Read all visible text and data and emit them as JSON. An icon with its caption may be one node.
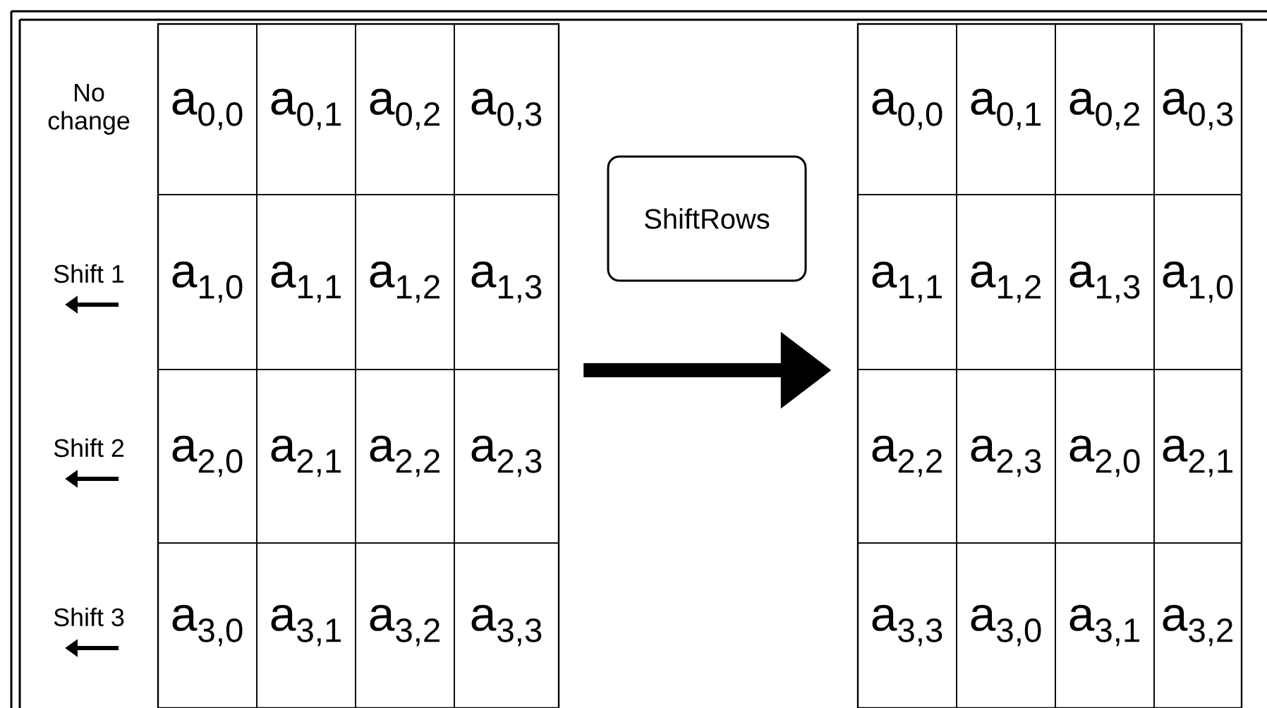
{
  "diagram": {
    "nodes": [
      {
        "text": [],
        "shape": "box"
      },
      {
        "text": [
          "a$_{0,0}$"
        ],
        "in": 0
      },
      {
        "text": [
          "a$_{0,1}$"
        ],
        "in": 0
      },
      {
        "text": [
          "a$_{0,2}$"
        ],
        "in": 0
      },
      {
        "text": [
          "a$_{0,3}$"
        ],
        "in": 0
      },
      {
        "text": [
          "a$_{1,0}$"
        ],
        "in": 0
      },
      {
        "text": [
          "a$_{1,1}$"
        ],
        "in": 0
      },
      {
        "text": [
          "a$_{1,2}$"
        ],
        "in": 0
      },
      {
        "text": [
          "a$_{1,3}$"
        ],
        "in": 0
      },
      {
        "text": [
          "a$_{2,0}$"
        ],
        "in": 0
      },
      {
        "text": [
          "a$_{2,1}$"
        ],
        "in": 0
      },
      {
        "text": [
          "a$_{2,2}$"
        ],
        "in": 0
      },
      {
        "text": [
          "a$_{2,3}$"
        ],
        "in": 0
      },
      {
        "text": [
          "a$_{3,0}$"
        ],
        "in": 0
      },
      {
        "text": [
          "a$_{3,1}$"
        ],
        "in": 0
      },
      {
        "text": [
          "a$_{3,2}$"
        ],
        "in": 0
      },
      {
        "text": [
          "a$_{3,3}$"
        ],
        "in": 0
      },
      {
        "text": [
          "ShiftRows"
        ]
      },
      {
        "text": [],
        "shape": "box"
      },
      {
        "text": [
          "a$_{0,0}$"
        ],
        "in": 18
      },
      {
        "text": [
          "a$_{0,1}$"
        ],
        "in": 18
      },
      {
        "text": [
          "a$_{0,2}$"
        ],
        "in": 18
      },
      {
        "text": [
          "a$_{0,3}$"
        ],
        "in": 18
      },
      {
        "text": [
          "a$_{1,1}$"
        ],
        "in": 18
      },
      {
        "text": [
          "a$_{1,2}$"
        ],
        "in": 18
      },
      {
        "text": [
          "a$_{1,3}$"
        ],
        "in": 18
      },
      {
        "text": [
          "a$_{1,0}$"
        ],
        "in": 18
      },
      {
        "text": [
          "a$_{2,2}$"
        ],
        "in": 18
      },
      {
        "text": [
          "a$_{2,3}$"
        ],
        "in": 18
      },
      {
        "text": [
          "a$_{2,0}$"
        ],
        "in": 18
      },
      {
        "text": [
          "a$_{2,1}$"
        ],
        "in": 18
      },
      {
        "text": [
          "a$_{3,3}$"
        ],
        "in": 18
      },
      {
        "text": [
          "a$_{3,0}$"
        ],
        "in": 18
      },
      {
        "text": [
          "a$_{3,1}$"
        ],
        "in": 18
      },
      {
        "text": [
          "a$_{3,2}$"
        ],
        "in": 18
      }
    ],
    "edges": [
      {
        "from": 0,
        "to": 18,
        "arrow": "to"
      }
    ],
    "labels": [
      "No change",
      "Shift 1",
      "Shift 2",
      "Shift 3"
    ]
  }
}
